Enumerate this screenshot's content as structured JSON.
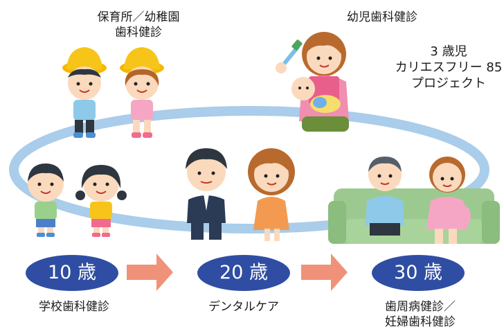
{
  "labels": {
    "nursery_line1": "保育所／幼稚園",
    "nursery_line2": "歯科健診",
    "infant_checkup": "幼児歯科健診",
    "project_line1": "3 歳児",
    "project_line2": "カリエスフリー 85",
    "project_line3": "プロジェクト",
    "school_checkup": "学校歯科健診",
    "dental_care": "デンタルケア",
    "perio_line1": "歯周病健診／",
    "perio_line2": "妊婦歯科健診"
  },
  "ages": [
    "10 歳",
    "20 歳",
    "30 歳"
  ],
  "colors": {
    "cycle_ring": "#a9cdea",
    "age_badge": "#2f4ea3",
    "arrow": "#f0927a",
    "sofa": "#9cc98f"
  },
  "icons": [
    "preschool-children-icon",
    "mother-with-baby-icon",
    "school-children-icon",
    "young-adults-icon",
    "couple-on-sofa-icon",
    "toothbrush-icon"
  ]
}
